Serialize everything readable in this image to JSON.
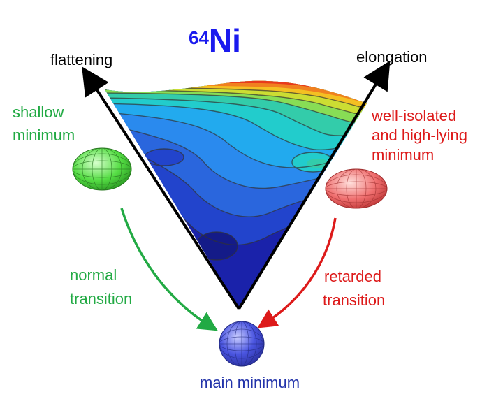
{
  "title": {
    "mass_number": "64",
    "element": "Ni",
    "color": "#1a1aee"
  },
  "axes": {
    "left": "flattening",
    "right": "elongation"
  },
  "labels": {
    "shallow": {
      "line1": "shallow",
      "line2": "minimum",
      "color": "#22aa44"
    },
    "well_isolated": {
      "line1": "well-isolated",
      "line2": "and high-lying",
      "line3": "minimum",
      "color": "#dd1a1a"
    },
    "normal": {
      "line1": "normal",
      "line2": "transition",
      "color": "#22aa44"
    },
    "retarded": {
      "line1": "retarded",
      "line2": "transition",
      "color": "#dd1a1a"
    },
    "main": {
      "text": "main minimum",
      "color": "#2233aa"
    }
  },
  "shapes": {
    "green_ellipsoid": "oblate-green",
    "red_ellipsoid": "prolate-red",
    "blue_sphere": "sphere-blue"
  }
}
